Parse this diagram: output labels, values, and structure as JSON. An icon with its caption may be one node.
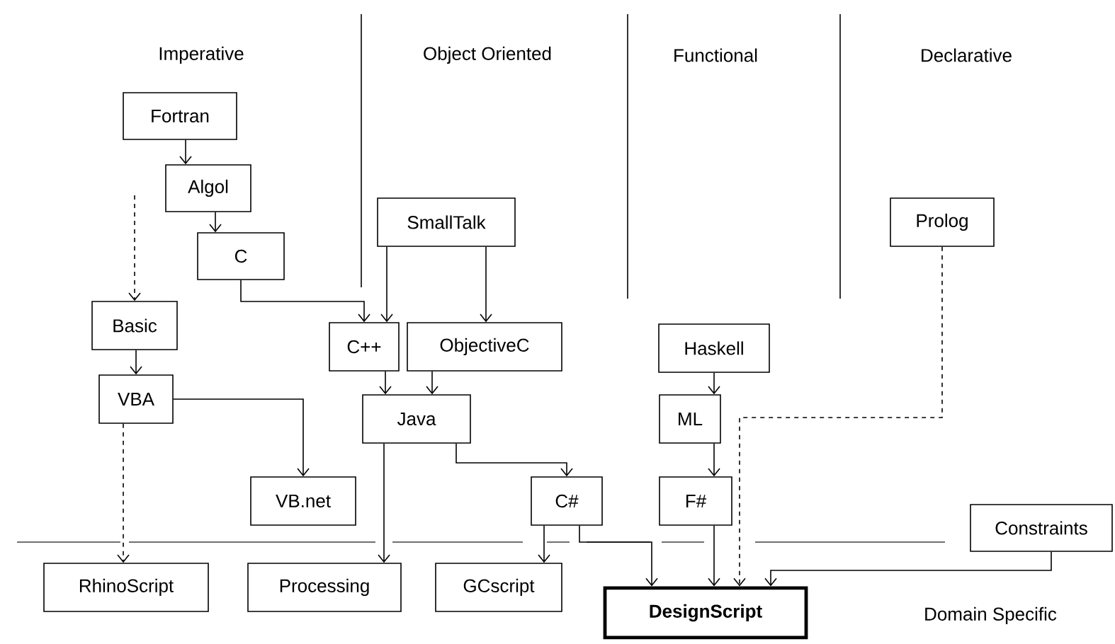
{
  "diagram": {
    "nodes": [
      {
        "text": [
          "Fortran"
        ]
      },
      {
        "text": [
          "Algol"
        ]
      },
      {
        "text": [
          "C"
        ]
      },
      {
        "text": [
          "SmallTalk"
        ]
      },
      {
        "text": [
          "Prolog"
        ]
      },
      {
        "text": [
          "Basic"
        ]
      },
      {
        "text": [
          "C++"
        ]
      },
      {
        "text": [
          "ObjectiveC"
        ]
      },
      {
        "text": [
          "Haskell"
        ]
      },
      {
        "text": [
          "VBA"
        ]
      },
      {
        "text": [
          "Java"
        ]
      },
      {
        "text": [
          "ML"
        ]
      },
      {
        "text": [
          "VB.net"
        ]
      },
      {
        "text": [
          "C#"
        ]
      },
      {
        "text": [
          "F#"
        ]
      },
      {
        "text": [
          "Constraints"
        ]
      },
      {
        "text": [
          "RhinoScript"
        ]
      },
      {
        "text": [
          "Processing"
        ]
      },
      {
        "text": [
          "GCscript"
        ]
      },
      {
        "text": [
          "DesignScript"
        ]
      }
    ],
    "edges": [
      {
        "from": 0,
        "to": 1,
        "arrow": "to"
      },
      {
        "from": 1,
        "to": 2,
        "arrow": "to"
      },
      {
        "from": 2,
        "to": 6,
        "arrow": "to"
      },
      {
        "from": 3,
        "to": 6,
        "arrow": "to"
      },
      {
        "from": 3,
        "to": 7,
        "arrow": "to"
      },
      {
        "from": null,
        "to": 5,
        "arrow": "to",
        "style": "dashed"
      },
      {
        "from": 5,
        "to": 9,
        "arrow": "to"
      },
      {
        "from": 6,
        "to": 10,
        "arrow": "to"
      },
      {
        "from": 7,
        "to": 10,
        "arrow": "to"
      },
      {
        "from": 9,
        "to": 12,
        "arrow": "to"
      },
      {
        "from": 9,
        "to": 16,
        "arrow": "to",
        "style": "dashed"
      },
      {
        "from": 10,
        "to": 17,
        "arrow": "to"
      },
      {
        "from": 10,
        "to": 13,
        "arrow": "to"
      },
      {
        "from": 13,
        "to": 18,
        "arrow": "to"
      },
      {
        "from": 13,
        "to": 19,
        "arrow": "to"
      },
      {
        "from": 8,
        "to": 11,
        "arrow": "to"
      },
      {
        "from": 11,
        "to": 14,
        "arrow": "to"
      },
      {
        "from": 14,
        "to": 19,
        "arrow": "to"
      },
      {
        "from": 4,
        "to": 19,
        "arrow": "to",
        "style": "dashed"
      },
      {
        "from": 15,
        "to": 19,
        "arrow": "to"
      }
    ],
    "labels": [
      "Imperative",
      "Object Oriented",
      "Functional",
      "Declarative",
      "Domain Specific"
    ]
  }
}
